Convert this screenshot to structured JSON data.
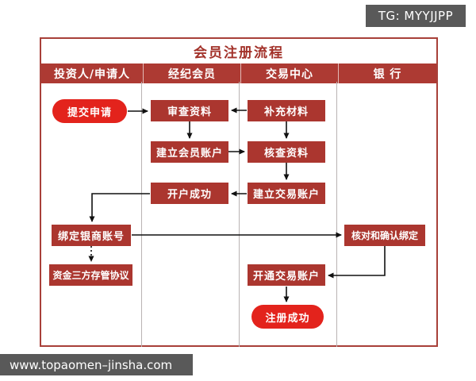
{
  "badge": {
    "label": "TG: MYYJJPP"
  },
  "footer": {
    "url": "www.topaomen–jinsha.com"
  },
  "diagram": {
    "title": "会员注册流程",
    "lanes": [
      "投资人/申请人",
      "经纪会员",
      "交易中心",
      "银  行"
    ],
    "nodes": {
      "submit": {
        "label": "提交申请",
        "lane": "投资人/申请人",
        "shape": "pill"
      },
      "review": {
        "label": "审查资料",
        "lane": "经纪会员",
        "shape": "rect"
      },
      "supplement": {
        "label": "补充材料",
        "lane": "交易中心",
        "shape": "rect"
      },
      "memberAccount": {
        "label": "建立会员账户",
        "lane": "经纪会员",
        "shape": "rect"
      },
      "verify": {
        "label": "核查资料",
        "lane": "交易中心",
        "shape": "rect"
      },
      "openSuccess": {
        "label": "开户成功",
        "lane": "经纪会员",
        "shape": "rect"
      },
      "tradeAccount": {
        "label": "建立交易账户",
        "lane": "交易中心",
        "shape": "rect"
      },
      "bindBank": {
        "label": "绑定银商账号",
        "lane": "投资人/申请人",
        "shape": "rect"
      },
      "confirmBind": {
        "label": "核对和确认绑定",
        "lane": "银行",
        "shape": "rect"
      },
      "custody": {
        "label": "资金三方存管协议",
        "lane": "投资人/申请人",
        "shape": "rect"
      },
      "activateTrade": {
        "label": "开通交易账户",
        "lane": "交易中心",
        "shape": "rect"
      },
      "regSuccess": {
        "label": "注册成功",
        "lane": "交易中心",
        "shape": "pill"
      }
    },
    "edges": [
      {
        "from": "submit",
        "to": "review",
        "style": "solid"
      },
      {
        "from": "supplement",
        "to": "review",
        "style": "solid"
      },
      {
        "from": "review",
        "to": "memberAccount",
        "style": "solid"
      },
      {
        "from": "memberAccount",
        "to": "verify",
        "style": "solid"
      },
      {
        "from": "supplement",
        "to": "verify",
        "style": "solid"
      },
      {
        "from": "verify",
        "to": "tradeAccount",
        "style": "solid"
      },
      {
        "from": "tradeAccount",
        "to": "openSuccess",
        "style": "solid"
      },
      {
        "from": "openSuccess",
        "to": "bindBank",
        "style": "solid"
      },
      {
        "from": "bindBank",
        "to": "confirmBind",
        "style": "solid"
      },
      {
        "from": "bindBank",
        "to": "custody",
        "style": "dotted"
      },
      {
        "from": "confirmBind",
        "to": "activateTrade",
        "style": "solid"
      },
      {
        "from": "activateTrade",
        "to": "regSuccess",
        "style": "solid"
      }
    ],
    "colors": {
      "accent_red": "#e3231c",
      "box_red": "#ab362f",
      "header_red": "#ad3a33",
      "frame_border": "#a84039",
      "bar_gray": "#595959",
      "title_text": "#a23129"
    }
  }
}
